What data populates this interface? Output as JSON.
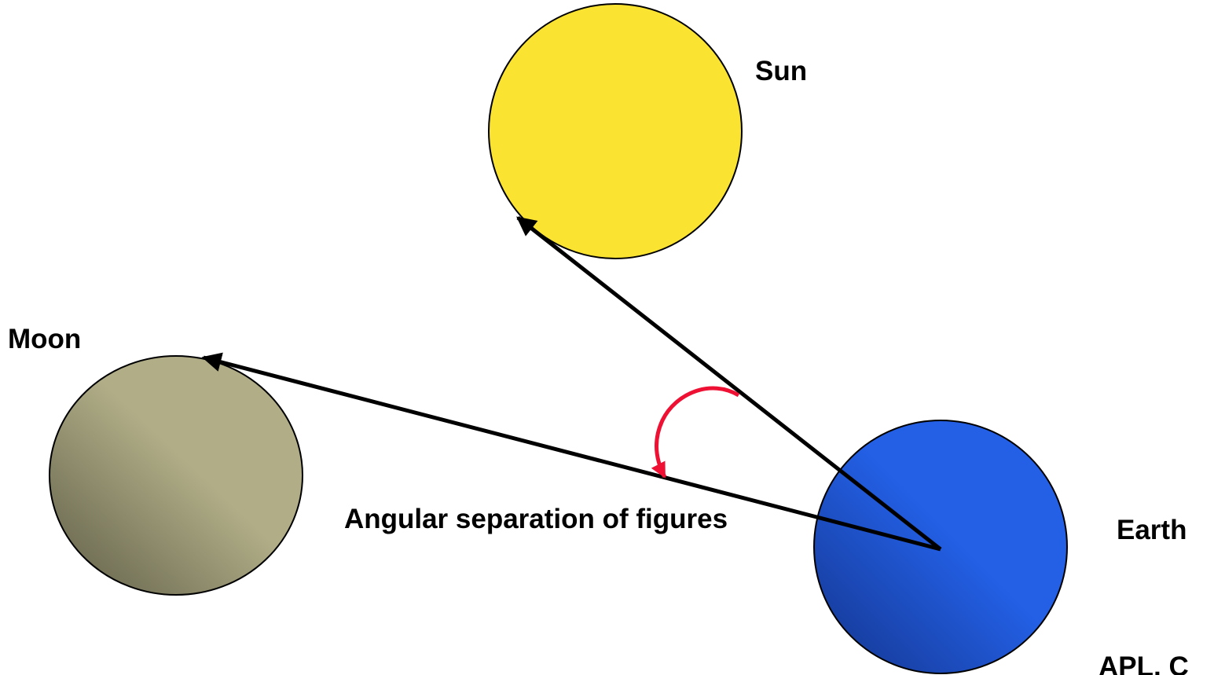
{
  "labels": {
    "sun": "Sun",
    "moon": "Moon",
    "earth": "Earth",
    "angle": "Angular separation of figures",
    "corner_fragment": "APL, C"
  },
  "colors": {
    "background": "#ffffff",
    "sun_fill": "#fae331",
    "moon_fill_light": "#b0ad87",
    "moon_fill_dark": "#5e5c46",
    "earth_fill_light": "#2360e6",
    "earth_fill_dark": "#14348c",
    "outline": "#000000",
    "arrow": "#000000",
    "angle_arc": "#ee1133"
  },
  "icons": {
    "sun": "sun-icon",
    "moon": "moon-icon",
    "earth": "earth-icon",
    "angle_arc": "curved-arrow-icon"
  }
}
